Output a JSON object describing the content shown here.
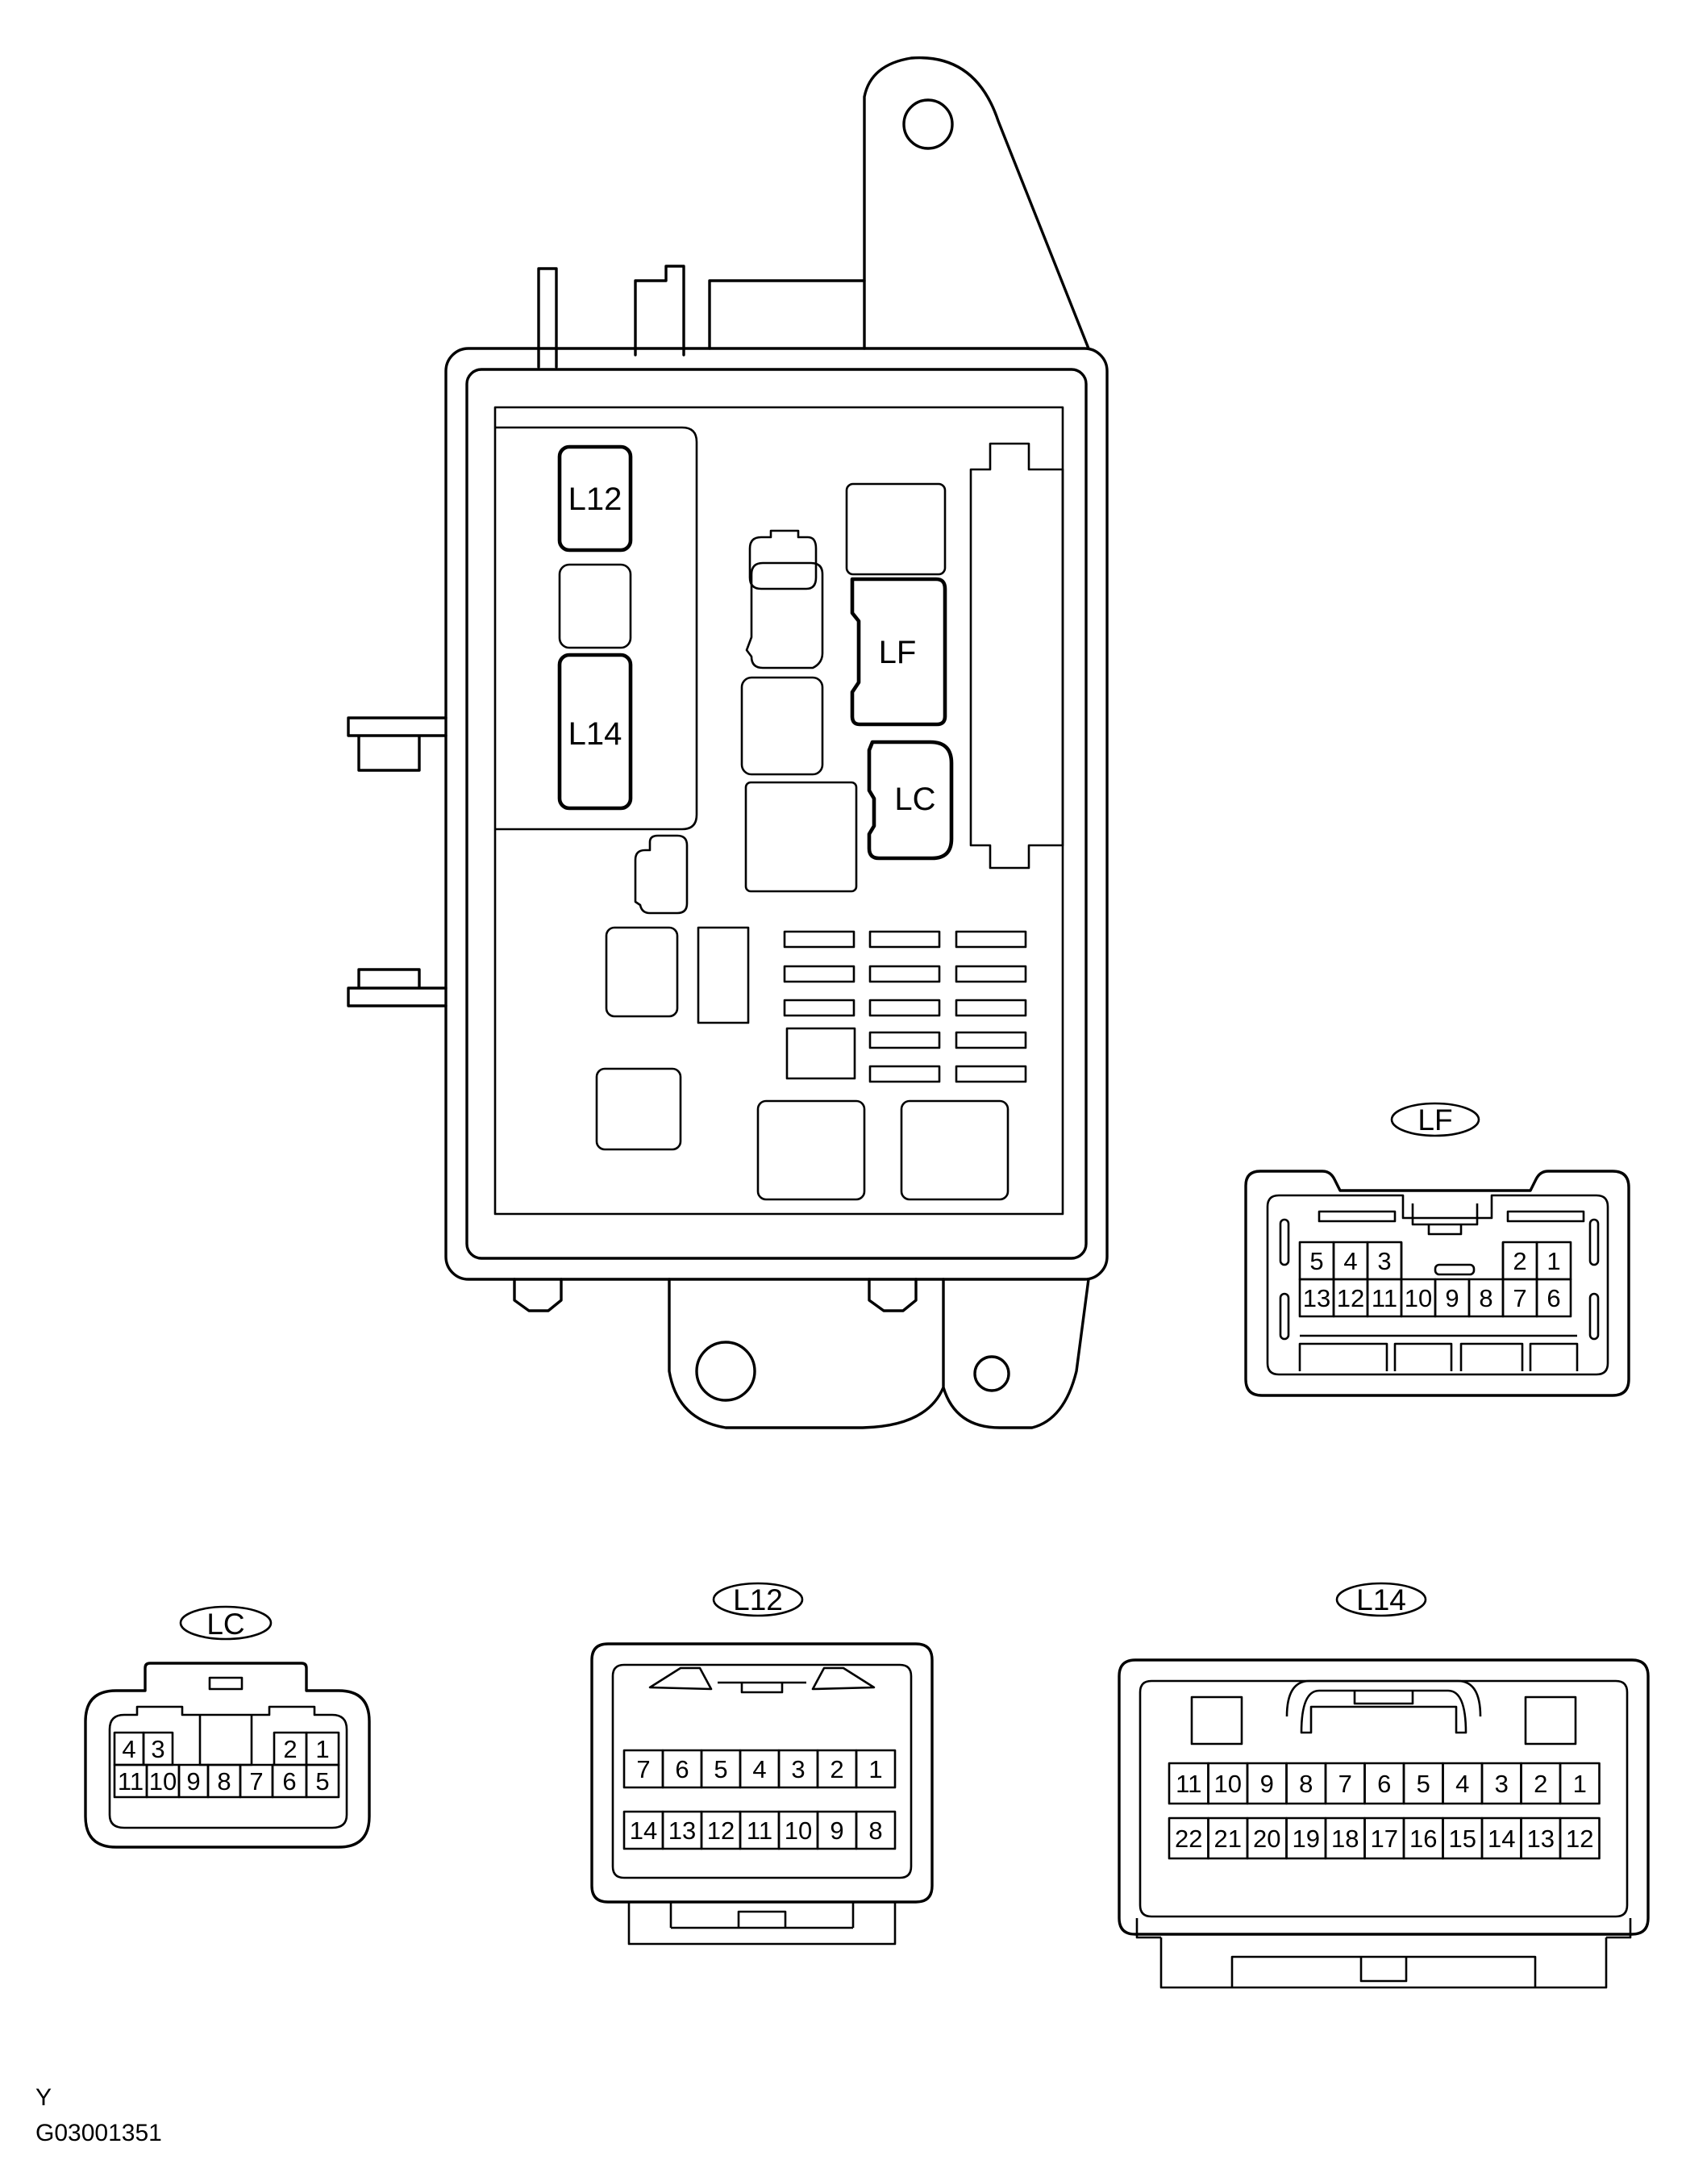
{
  "relay_block": {
    "slot_labels": [
      "L12",
      "L14",
      "LF",
      "LC"
    ]
  },
  "connectors": [
    {
      "id": "LF",
      "tag": "LF",
      "rows": [
        [
          "5",
          "4",
          "3",
          "2",
          "1"
        ],
        [
          "13",
          "12",
          "11",
          "10",
          "9",
          "8",
          "7",
          "6"
        ]
      ]
    },
    {
      "id": "LC",
      "tag": "LC",
      "rows": [
        [
          "4",
          "3",
          "2",
          "1"
        ],
        [
          "11",
          "10",
          "9",
          "8",
          "7",
          "6",
          "5"
        ]
      ]
    },
    {
      "id": "L12",
      "tag": "L12",
      "rows": [
        [
          "7",
          "6",
          "5",
          "4",
          "3",
          "2",
          "1"
        ],
        [
          "14",
          "13",
          "12",
          "11",
          "10",
          "9",
          "8"
        ]
      ]
    },
    {
      "id": "L14",
      "tag": "L14",
      "rows": [
        [
          "11",
          "10",
          "9",
          "8",
          "7",
          "6",
          "5",
          "4",
          "3",
          "2",
          "1"
        ],
        [
          "22",
          "21",
          "20",
          "19",
          "18",
          "17",
          "16",
          "15",
          "14",
          "13",
          "12"
        ]
      ]
    }
  ],
  "footer": {
    "letter": "Y",
    "code": "G03001351"
  }
}
